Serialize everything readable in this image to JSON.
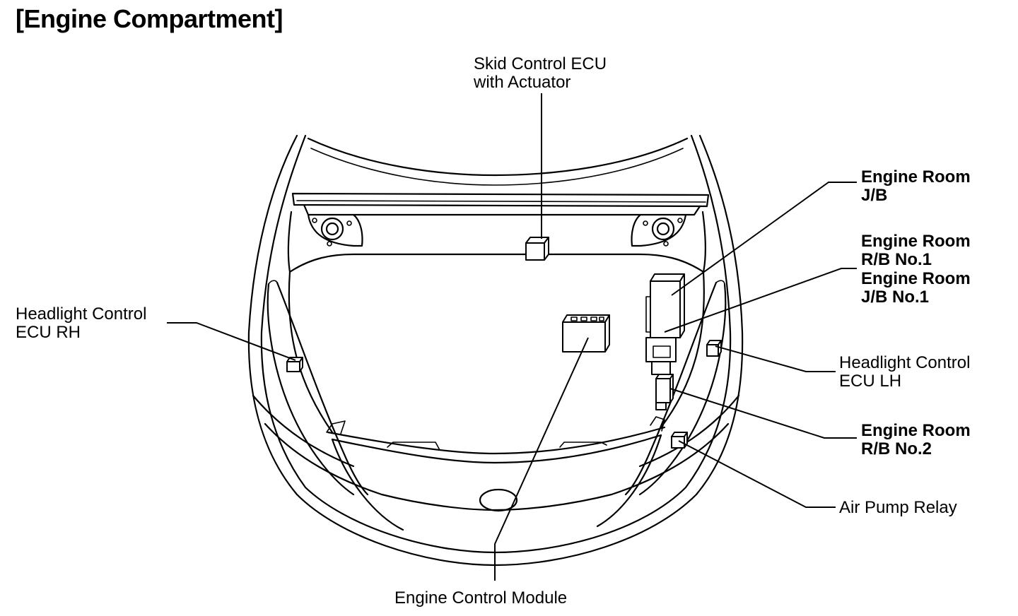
{
  "title": "[Engine Compartment]",
  "labels": {
    "skid_control": [
      "Skid Control ECU",
      "with Actuator"
    ],
    "headlight_rh": [
      "Headlight Control",
      "ECU RH"
    ],
    "engine_room_jb": [
      "Engine Room",
      "J/B"
    ],
    "engine_room_rb1": [
      "Engine Room",
      "R/B No.1"
    ],
    "engine_room_jb1": [
      "Engine Room",
      "J/B No.1"
    ],
    "headlight_lh": [
      "Headlight Control",
      "ECU LH"
    ],
    "engine_room_rb2": [
      "Engine Room",
      "R/B No.2"
    ],
    "air_pump_relay": "Air Pump Relay",
    "engine_control_module": "Engine Control Module"
  }
}
